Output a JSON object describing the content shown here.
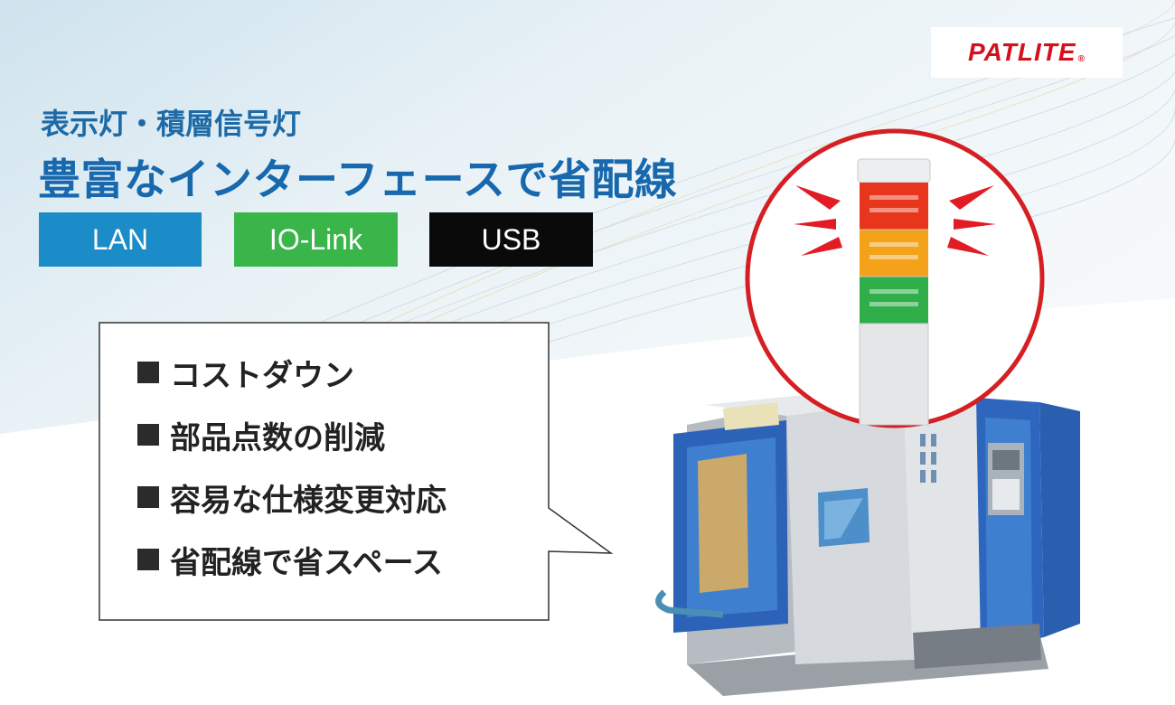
{
  "brand": {
    "logo_text": "PATLITE",
    "registered_mark": "®"
  },
  "header": {
    "subtitle": "表示灯・積層信号灯",
    "title": "豊富なインターフェースで省配線"
  },
  "interfaces": [
    {
      "label": "LAN",
      "color": "#1b8cc7"
    },
    {
      "label": "IO-Link",
      "color": "#3ab54a"
    },
    {
      "label": "USB",
      "color": "#0a0a0a"
    }
  ],
  "benefits": [
    "コストダウン",
    "部品点数の削減",
    "容易な仕様変更対応",
    "省配線で省スペース"
  ],
  "icons": {
    "bullet": "square-bullet-icon",
    "signal": "signal-tower-icon",
    "machine": "machine-tool-icon"
  },
  "colors": {
    "title_blue": "#1768ad",
    "accent_red": "#d4101c",
    "lamp_red": "#e8361c",
    "lamp_amber": "#f3a21a",
    "lamp_green": "#2fae4a"
  }
}
